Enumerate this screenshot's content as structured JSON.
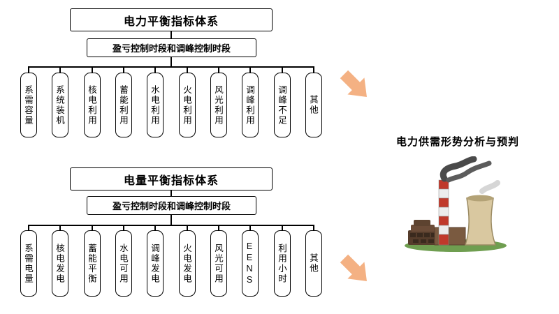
{
  "top_tree": {
    "root": "电力平衡指标体系",
    "sub": "盈亏控制时段和调峰控制时段",
    "children": [
      "系需容量",
      "系统装机",
      "核电利用",
      "蓄能利用",
      "水电利用",
      "火电利用",
      "风光利用",
      "调峰利用",
      "调峰不足",
      "其他"
    ]
  },
  "bottom_tree": {
    "root": "电量平衡指标体系",
    "sub": "盈亏控制时段和调峰控制时段",
    "children": [
      "系需电量",
      "核电发电",
      "蓄能平衡",
      "水电可用",
      "调峰发电",
      "火电发电",
      "风光可用",
      "EENS",
      "利用小时",
      "其他"
    ]
  },
  "right": {
    "label": "电力供需形势分析与预判"
  },
  "colors": {
    "arrow": "#F4B183",
    "line": "#000000",
    "background": "#FFFFFF"
  },
  "icons": {
    "arrow_top": "arrow-down-right",
    "arrow_bottom": "arrow-down-right",
    "illustration": "power-plant"
  }
}
